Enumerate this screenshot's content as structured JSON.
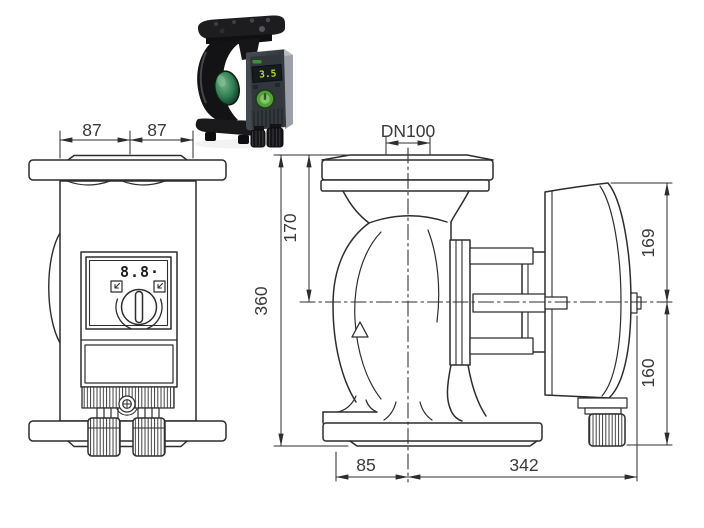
{
  "drawing": {
    "front_view": {
      "dim_left": "87",
      "dim_right": "87",
      "display_reading": "8.8·"
    },
    "side_view": {
      "dim_port": "DN100",
      "dim_flange_to_center": "170",
      "dim_total_height": "360",
      "dim_center_to_module_top": "169",
      "dim_center_to_bottom": "160",
      "dim_center_to_foot": "85",
      "dim_center_to_module_right": "342"
    }
  },
  "photo": {
    "display_reading": "3.5"
  },
  "colors": {
    "line": "#2d2d2d",
    "dim_text": "#3a3a3a",
    "pump_glass_green": "#2e7d52",
    "display_green": "#b5e12d",
    "knob_green": "#55a03c",
    "module_grey": "#9aa0a6"
  }
}
